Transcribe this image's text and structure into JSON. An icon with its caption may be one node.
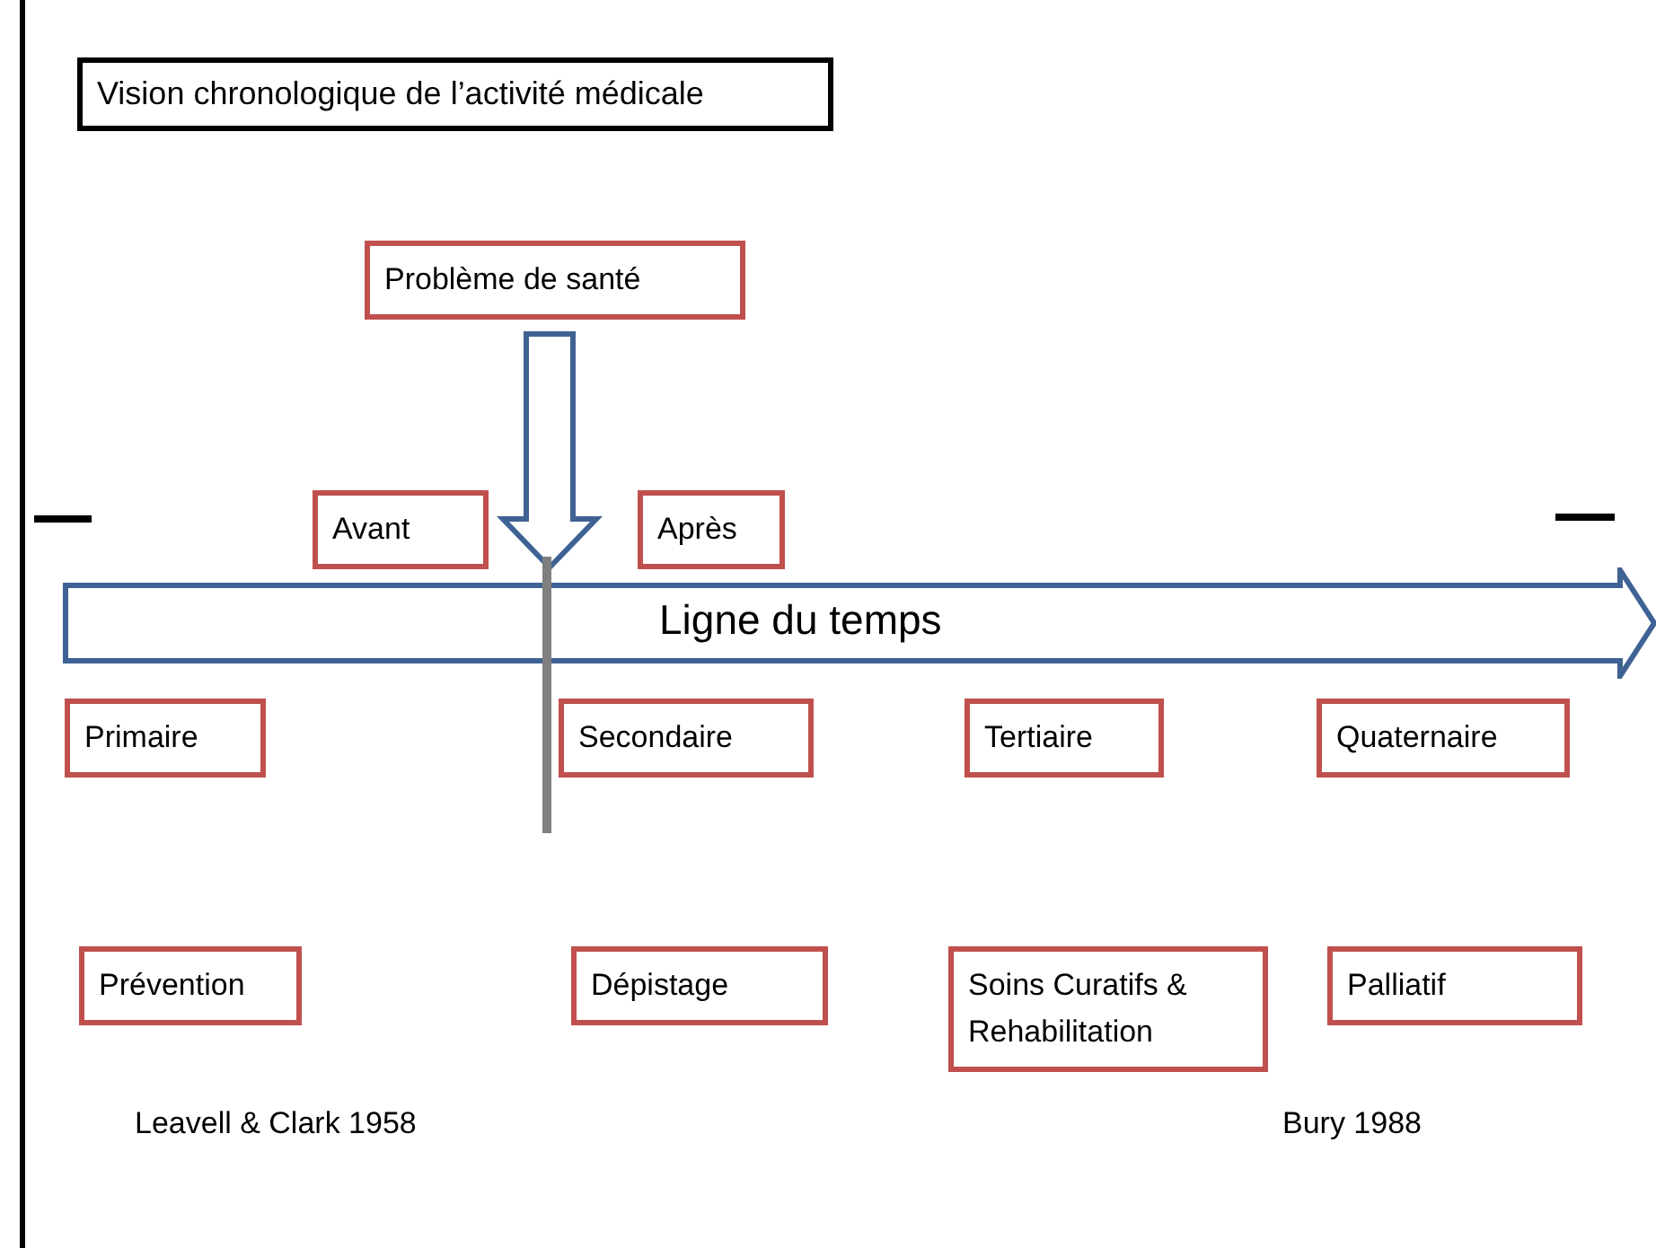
{
  "diagram": {
    "title": "Vision chronologique de l’activité médicale",
    "nodes": [
      {
        "text": [
          "Problème de santé"
        ]
      },
      {
        "text": [
          "Avant"
        ]
      },
      {
        "text": [
          "Après"
        ]
      },
      {
        "text": [
          "Ligne du temps"
        ]
      },
      {
        "text": [
          "Primaire"
        ]
      },
      {
        "text": [
          "Secondaire"
        ]
      },
      {
        "text": [
          "Tertiaire"
        ]
      },
      {
        "text": [
          "Quaternaire"
        ]
      },
      {
        "text": [
          "Prévention"
        ]
      },
      {
        "text": [
          "Dépistage"
        ]
      },
      {
        "text": [
          "Soins Curatifs & Rehabilitation"
        ]
      },
      {
        "text": [
          "Palliatif"
        ]
      }
    ],
    "edges": [
      {
        "from": 0,
        "to": 3,
        "arrow": "to",
        "style": "thick"
      }
    ],
    "labels": [
      "Leavell & Clark 1958",
      "Bury 1988"
    ]
  }
}
